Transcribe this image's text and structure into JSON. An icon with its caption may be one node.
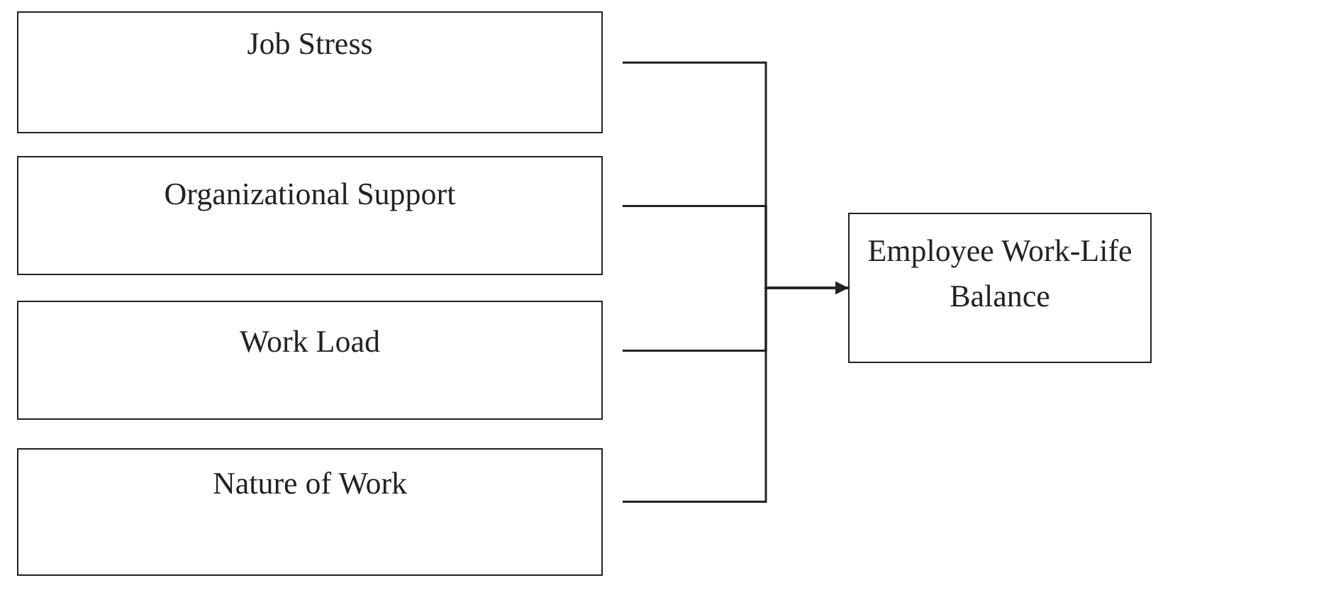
{
  "diagram": {
    "nodes": [
      {
        "text": [
          "Job Stress"
        ]
      },
      {
        "text": [
          "Organizational Support"
        ]
      },
      {
        "text": [
          "Work Load"
        ]
      },
      {
        "text": [
          "Nature of Work"
        ]
      },
      {
        "text": [
          "Employee Work-Life Balance"
        ]
      }
    ],
    "edges": [
      {
        "from": 0,
        "to": 4,
        "arrow": "to"
      },
      {
        "from": 1,
        "to": 4,
        "arrow": "to"
      },
      {
        "from": 2,
        "to": 4,
        "arrow": "to"
      },
      {
        "from": 3,
        "to": 4,
        "arrow": "to"
      }
    ]
  }
}
